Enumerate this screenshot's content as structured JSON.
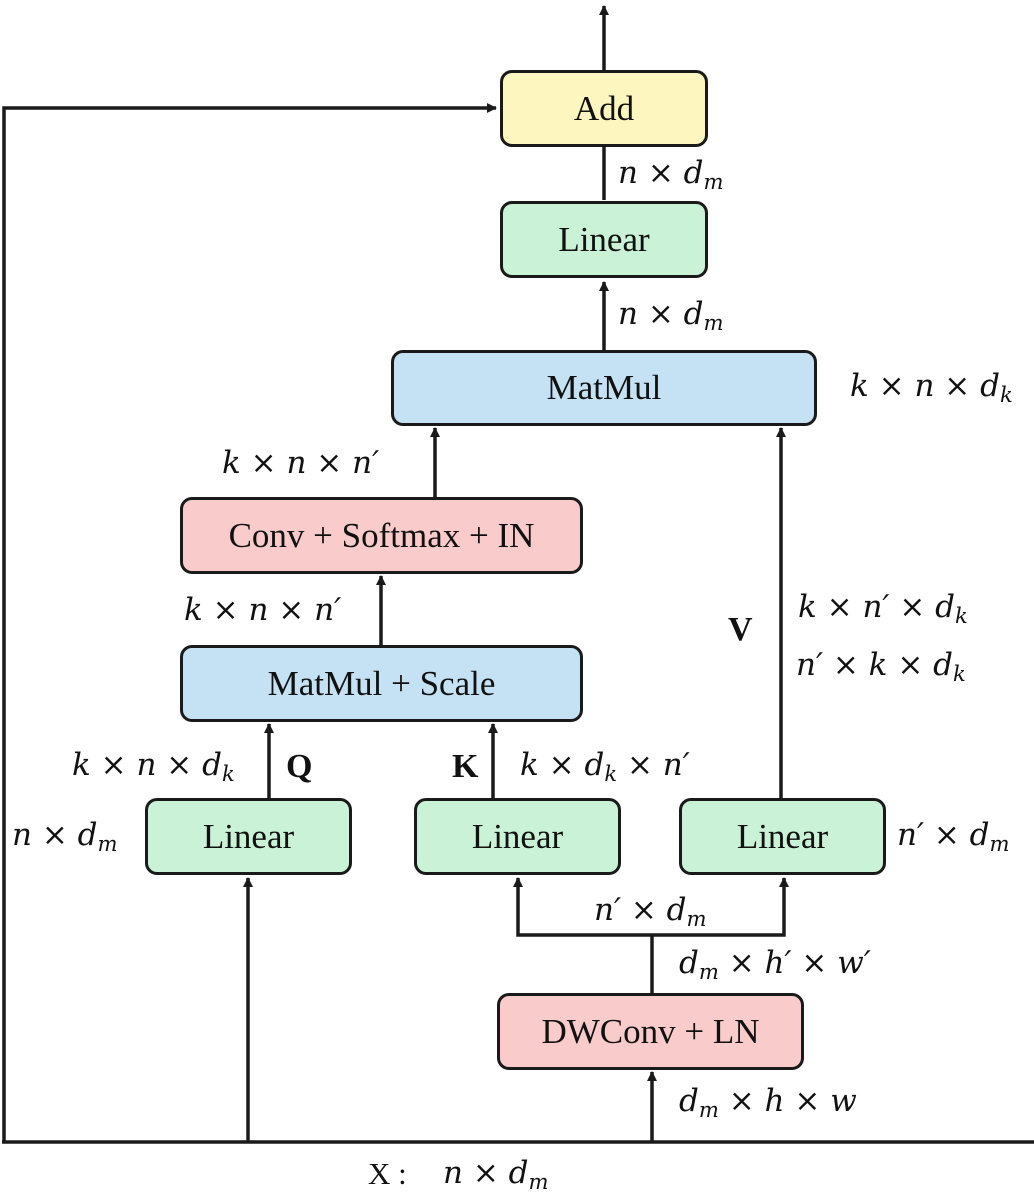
{
  "boxes": {
    "add": "Add",
    "linear_out": "Linear",
    "matmul_top": "MatMul",
    "conv_softmax_in": "Conv + Softmax + IN",
    "matmul_scale": "MatMul + Scale",
    "linear_q": "Linear",
    "linear_k": "Linear",
    "linear_v": "Linear",
    "dwconv_ln": "DWConv + LN"
  },
  "letters": {
    "q": "Q",
    "k": "K",
    "v": "V"
  },
  "dims": {
    "after_linear_out": "n × d",
    "after_linear_out_sub": "m",
    "after_matmul": "n × d",
    "after_matmul_sub": "m",
    "matmul_right": "k × n × d",
    "matmul_right_sub": "k",
    "after_conv": "k × n × n′",
    "after_matmul_scale": "k × n × n′",
    "v_1": "k × n′ × d",
    "v_1_sub": "k",
    "v_2": "n′ × k × d",
    "v_2_sub": "k",
    "q_out": "k × n × d",
    "q_out_sub": "k",
    "k_out": "k × d",
    "k_out_sub": "k",
    "k_out_tail": " × n′",
    "q_in": "n × d",
    "q_in_sub": "m",
    "v_in": "n′ × d",
    "v_in_sub": "m",
    "split": "n′ × d",
    "split_sub": "m",
    "dw_out": "d",
    "dw_out_sub": "m",
    "dw_out_tail": " × h′ × w′",
    "dw_in": "d",
    "dw_in_sub": "m",
    "dw_in_tail": " × h × w",
    "x_label": "X :",
    "x_dim": "n × d",
    "x_dim_sub": "m"
  },
  "colors": {
    "add": "#fdf6be",
    "linear": "#c9f2d6",
    "matmul": "#c4e2f4",
    "conv": "#f9cbcb",
    "stroke": "#1a1a1a"
  }
}
